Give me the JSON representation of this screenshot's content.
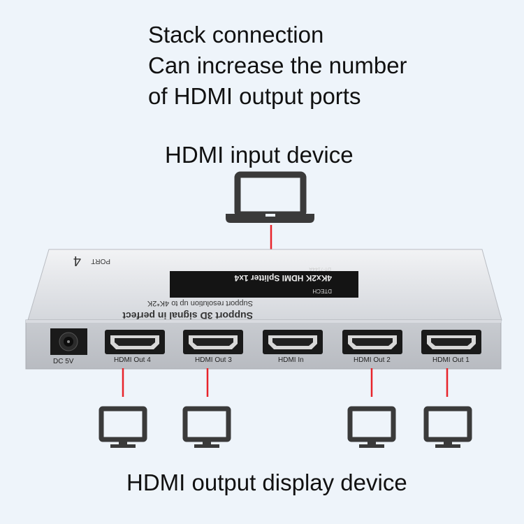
{
  "headline": {
    "line1": "Stack connection",
    "line2": "Can increase the number",
    "line3": "of HDMI output ports"
  },
  "input_label": "HDMI input device",
  "output_label": "HDMI output display device",
  "device": {
    "brand": "DTECH",
    "model": "DT-7144A",
    "product_name": "4Kx2K HDMI Splitter 1x4",
    "feature_line1": "Support 3D signal in perfect",
    "feature_line2": "Support resolution up to 4K*2K",
    "port_mark": "PORT",
    "port_number": "4"
  },
  "ports": {
    "dc": "DC 5V",
    "out4": "HDMI Out 4",
    "out3": "HDMI Out 3",
    "in": "HDMI In",
    "out2": "HDMI Out 2",
    "out1": "HDMI Out 1"
  },
  "colors": {
    "connector_line": "#e8232a",
    "icon": "#3a3a3a",
    "background": "#eef4fa"
  },
  "icons": {
    "input": "laptop-icon",
    "output": "monitor-icon"
  }
}
